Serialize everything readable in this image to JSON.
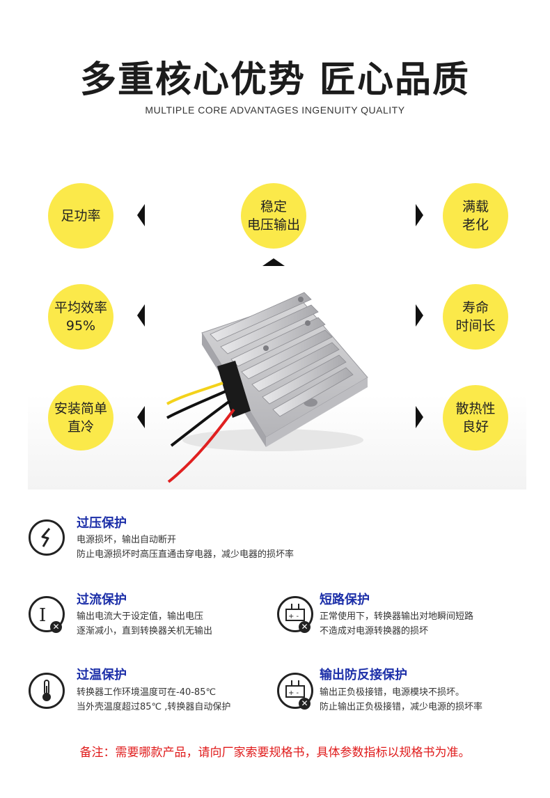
{
  "header": {
    "title": "多重核心优势 匠心品质",
    "subtitle": "MULTIPLE CORE ADVANTAGES INGENUITY QUALITY"
  },
  "advantages": {
    "left_top": [
      "足功率"
    ],
    "center_top": [
      "稳定",
      "电压输出"
    ],
    "right_top": [
      "满载",
      "老化"
    ],
    "left_mid": [
      "平均效率",
      "95%"
    ],
    "right_mid": [
      "寿命",
      "时间长"
    ],
    "left_bottom": [
      "安装简单",
      "直冷"
    ],
    "right_bottom": [
      "散热性",
      "良好"
    ]
  },
  "features": {
    "overvoltage": {
      "title": "过压保护",
      "lines": [
        "电源损坏，输出自动断开",
        "防止电源损坏时高压直通击穿电器，减少电器的损坏率"
      ]
    },
    "overcurrent": {
      "title": "过流保护",
      "lines": [
        "输出电流大于设定值，输出电压",
        "逐渐减小，直到转换器关机无输出"
      ]
    },
    "shortcircuit": {
      "title": "短路保护",
      "lines": [
        "正常使用下，转换器输出对地瞬间短路",
        "不造成对电源转换器的损坏"
      ]
    },
    "overtemp": {
      "title": "过温保护",
      "lines": [
        "转换器工作环境温度可在-40-85℃",
        "当外壳温度超过85℃ ,转换器自动保护"
      ]
    },
    "reverse": {
      "title": "输出防反接保护",
      "lines": [
        "输出正负极接错，电源模块不损坏。",
        "防止输出正负极接错，减少电源的损坏率"
      ]
    }
  },
  "note": "备注：需要哪款产品，请向厂家索要规格书，具体参数指标以规格书为准。",
  "colors": {
    "circle": "#fbe94a",
    "feature_title": "#1b2ea8",
    "note": "#e01b1b"
  }
}
